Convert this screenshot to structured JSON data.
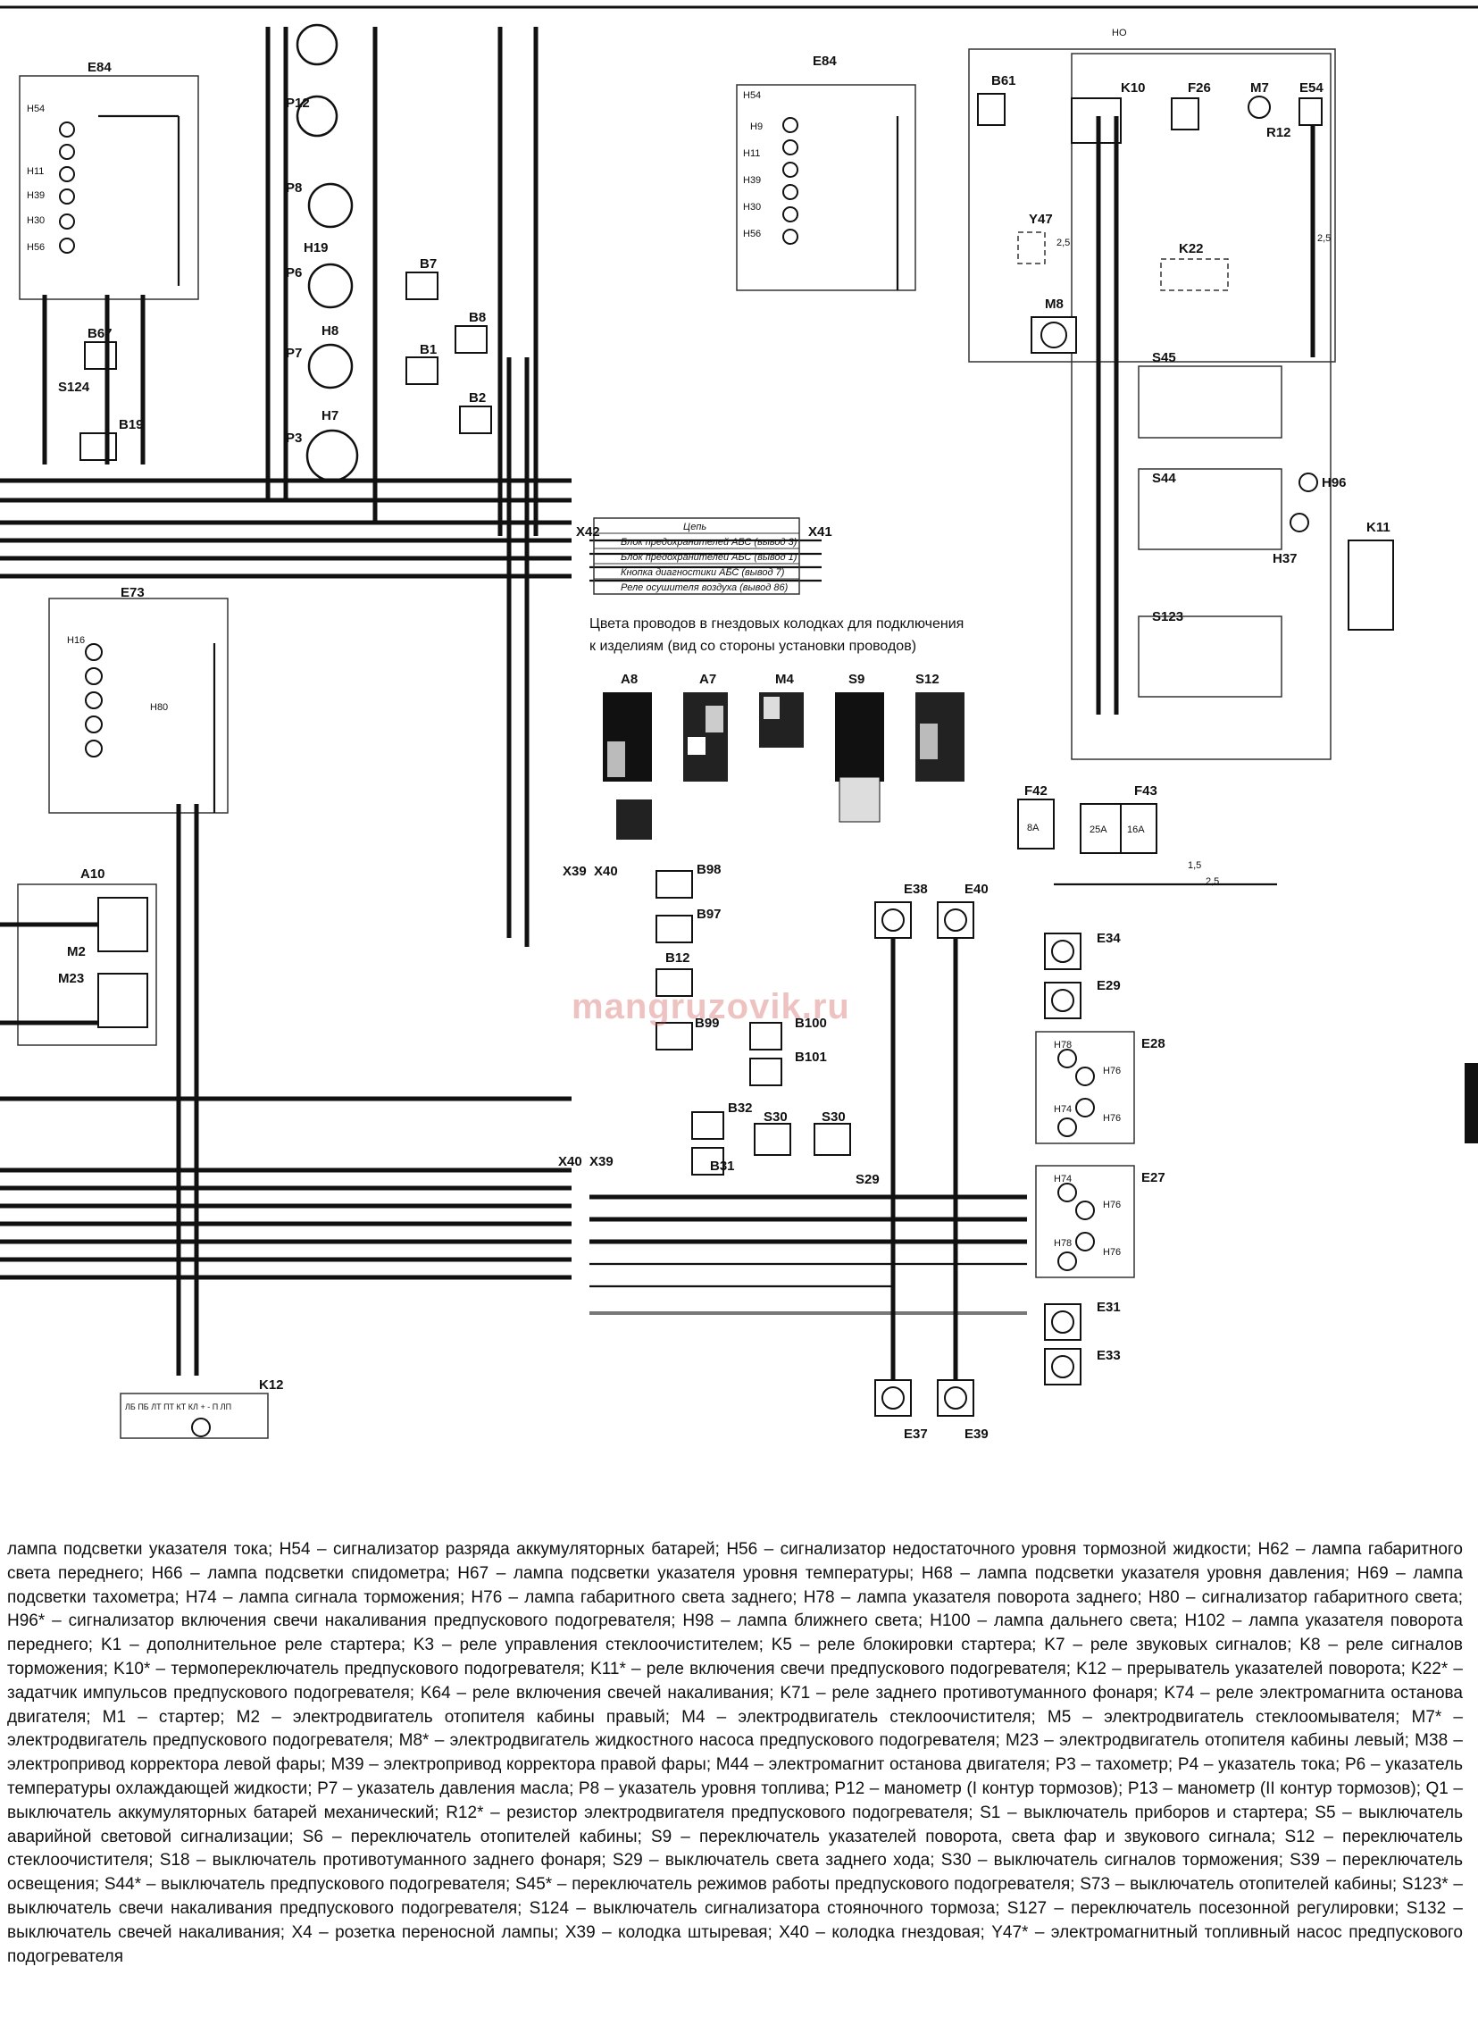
{
  "diagram": {
    "labels": {
      "e84_left": "E84",
      "e84_right": "E84",
      "e73": "E73",
      "a10": "A10",
      "m2": "M2",
      "m23": "M23",
      "h54": "H54",
      "h11": "H11",
      "h39": "H39",
      "h30": "H30",
      "h56": "H56",
      "h16": "H16",
      "h80": "H80",
      "h9": "H9",
      "b67": "B67",
      "s124": "S124",
      "b19": "B19",
      "p12": "P12",
      "p8": "P8",
      "h19": "H19",
      "p6": "P6",
      "h8": "H8",
      "p7": "P7",
      "h7": "H7",
      "p3": "P3",
      "b7": "B7",
      "b8": "B8",
      "b1": "B1",
      "b2": "B2",
      "x42": "X42",
      "x41": "X41",
      "x39": "X39",
      "x40": "X40",
      "b98": "B98",
      "b97": "B97",
      "b12": "B12",
      "b99": "B99",
      "b100": "B100",
      "b101": "B101",
      "b32": "B32",
      "b31": "B31",
      "s30a": "S30",
      "s30b": "S30",
      "s29": "S29",
      "e38": "E38",
      "e40": "E40",
      "e34": "E34",
      "e29": "E29",
      "e28": "E28",
      "e27": "E27",
      "e31": "E31",
      "e33": "E33",
      "e37": "E37",
      "e39": "E39",
      "h78a": "H78",
      "h76a": "H76",
      "h74a": "H74",
      "h76b": "H76",
      "h74b": "H74",
      "h76c": "H76",
      "h78b": "H78",
      "h76d": "H76",
      "k12": "K12",
      "ho": "НО",
      "b61": "B61",
      "k10": "K10",
      "f26": "F26",
      "m7": "M7",
      "e54": "E54",
      "r12": "R12",
      "y47": "Y47",
      "m8": "M8",
      "k22": "K22",
      "s45": "S45",
      "s44": "S44",
      "s123": "S123",
      "h96": "H96",
      "h37": "H37",
      "k11": "K11",
      "f42": "F42",
      "f43": "F43",
      "f8a": "8A",
      "f25a": "25A",
      "f16a": "16A",
      "a8": "A8",
      "a7": "A7",
      "m4": "M4",
      "s9": "S9",
      "s12": "S12",
      "w15": "1,5",
      "w25a": "2,5",
      "w25b": "2,5",
      "w25c": "2,5"
    },
    "abs_table": {
      "header": "Цепь",
      "rows": [
        "Блок предохранителей АБС (вывод 3)",
        "Блок предохранителей АБС (вывод 1)",
        "Кнопка диагностики АБС (вывод 7)",
        "Реле осушителя воздуха (вывод 86)"
      ]
    },
    "color_caption_line1": "Цвета проводов в гнездовых колодках для подключения",
    "color_caption_line2": "к изделиям (вид со стороны установки проводов)",
    "k12_pins": "ЛБ ПБ ЛТ ПТ КТ КЛ +  -  П  ЛП",
    "watermark": "mangruzovik.ru"
  },
  "legend": {
    "text": "лампа подсветки указателя тока; H54 – сигнализатор разряда аккумуляторных батарей; H56 – сигнализатор недостаточного уровня тормозной жидкости; H62 – лампа габаритного света переднего; H66 – лампа подсветки спидометра; H67 – лампа подсветки указателя уровня температуры; H68 – лампа подсветки указателя уровня давления; H69 – лампа подсветки тахометра; H74 – лампа сигнала торможения; H76 – лампа габаритного света заднего; H78 – лампа указателя поворота заднего; H80 – сигнализатор габаритного света; H96* – сигнализатор включения свечи накаливания предпускового подогревателя; H98 – лампа ближнего света; H100 – лампа дальнего света; H102 – лампа указателя поворота переднего; K1 – дополнительное реле стартера; K3 – реле управления стеклоочистителем; K5 – реле блокировки стартера; K7 – реле звуковых сигналов; K8 – реле сигналов торможения; K10* – термопереключатель предпускового подогревателя; K11* – реле включения свечи предпускового подогревателя; K12 – прерыватель указателей поворота; K22* – задатчик импульсов предпускового подогревателя; K64 – реле включения свечей накаливания; K71 – реле заднего противотуманного фонаря; K74 – реле электромагнита останова двигателя; M1 – стартер; M2 – электродвигатель отопителя кабины правый; M4 – электродвигатель стеклоочистителя; M5 – электродвигатель стеклоомывателя; M7* – электродвигатель предпускового подогревателя; M8* – электродвигатель жидкостного насоса предпускового подогревателя; M23 – электродвигатель отопителя кабины левый; M38 – электропривод корректора левой фары; M39 – электропривод корректора правой фары; M44 – электромагнит останова двигателя; P3 – тахометр; P4 – указатель тока; P6 – указатель температуры охлаждающей жидкости; P7 – указатель давления масла; P8 – указатель уровня топлива; P12 – манометр (I контур тормозов); P13 – манометр (II контур тормозов); Q1 – выключатель аккумуляторных батарей механический; R12* – резистор электродвигателя предпускового подогревателя; S1 – выключатель приборов и стартера; S5 – выключатель аварийной световой сигнализации; S6 – переключатель отопителей кабины; S9 – переключатель указателей поворота, света фар и звукового сигнала; S12 – переключатель стеклоочистителя; S18 – выключатель противотуманного заднего фонаря; S29 – выключатель света заднего хода; S30 – выключатель сигналов торможения; S39 – переключатель освещения; S44* – выключатель предпускового подогревателя; S45* – переключатель режимов работы предпускового подогревателя; S73 – выключатель отопителей кабины; S123* – выключатель свечи накаливания предпускового подогревателя; S124 – выключатель сигнализатора стояночного тормоза; S127 – переключатель посезонной регулировки; S132 – выключатель свечей накаливания; X4 – розетка переносной лампы; X39 – колодка штыревая; X40 – колодка гнездовая; Y47* – электромагнитный топливный насос предпускового подогревателя"
  }
}
